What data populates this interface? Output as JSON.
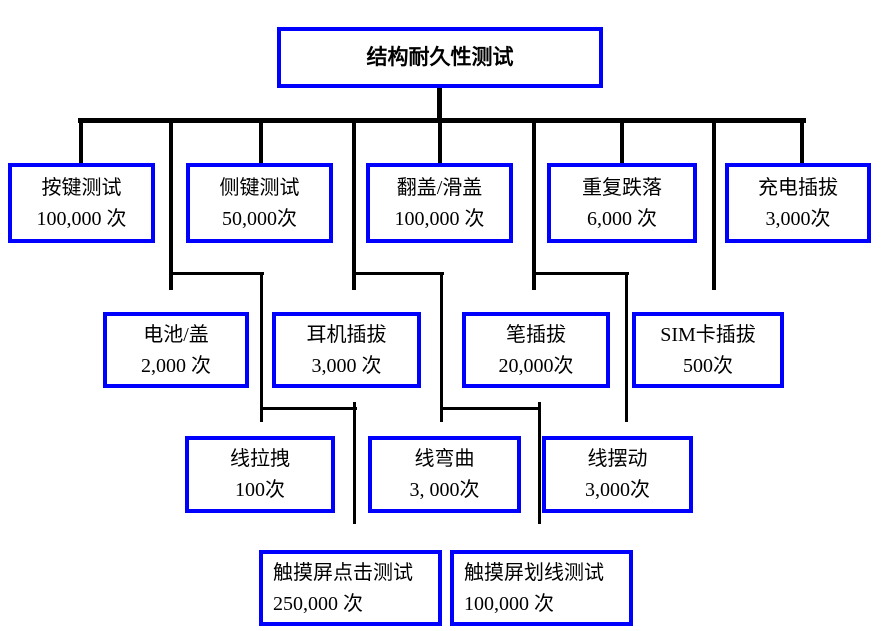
{
  "colors": {
    "box_border": "#0000ff",
    "line": "#000000",
    "text": "#000000"
  },
  "nodes": {
    "root": {
      "label": "结构耐久性测试"
    },
    "r1": [
      {
        "label": "按键测试",
        "count": "100,000 次"
      },
      {
        "label": "侧键测试",
        "count": "50,000次"
      },
      {
        "label": "翻盖/滑盖",
        "count": "100,000 次"
      },
      {
        "label": "重复跌落",
        "count": "6,000 次"
      },
      {
        "label": "充电插拔",
        "count": "3,000次"
      }
    ],
    "r2": [
      {
        "label": "电池/盖",
        "count": "2,000 次"
      },
      {
        "label": "耳机插拔",
        "count": "3,000 次"
      },
      {
        "label": "笔插拔",
        "count": "20,000次"
      },
      {
        "label": "SIM卡插拔",
        "count": "500次"
      }
    ],
    "r3": [
      {
        "label": "线拉拽",
        "count": "100次"
      },
      {
        "label": "线弯曲",
        "count": "3, 000次"
      },
      {
        "label": "线摆动",
        "count": "3,000次"
      }
    ],
    "r4": [
      {
        "label": "触摸屏点击测试",
        "count": "250,000 次"
      },
      {
        "label": "触摸屏划线测试",
        "count": "100,000 次"
      }
    ]
  }
}
